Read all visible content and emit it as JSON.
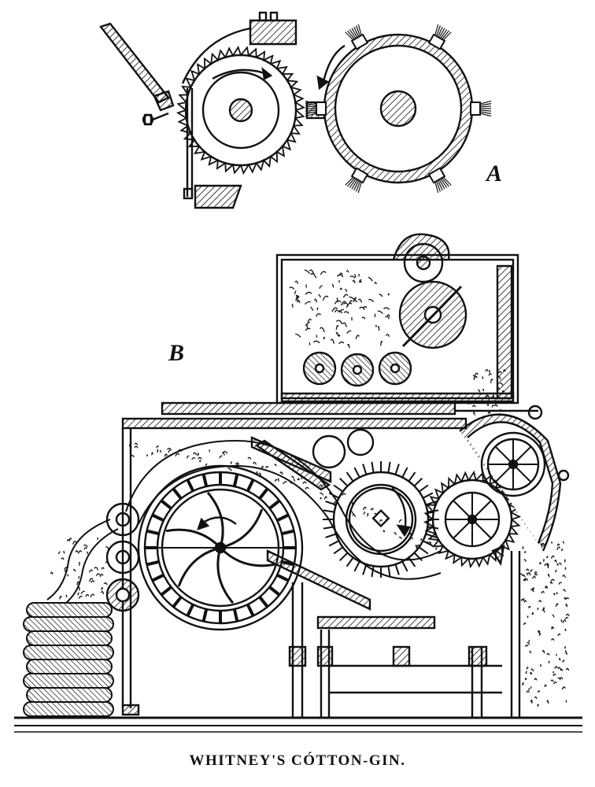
{
  "figure": {
    "label_a": "A",
    "label_b": "B",
    "caption": "WHITNEY'S CÓTTON-GIN."
  },
  "colors": {
    "ink": "#111111",
    "paper": "#ffffff"
  }
}
